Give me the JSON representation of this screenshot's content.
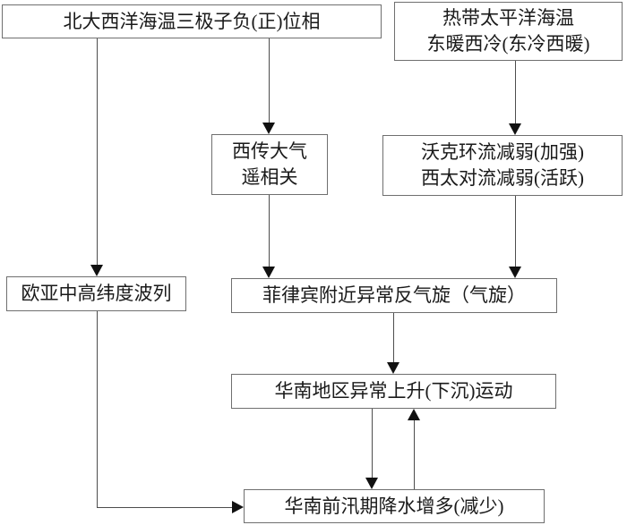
{
  "diagram": {
    "background_color": "#ffffff",
    "box_border_color": "#6f6f6f",
    "arrow_color": "#111111",
    "nodes": [
      {
        "id": "north-atlantic-sst-tripole",
        "lines": [
          "北大西洋海温三极子负(正)位相"
        ]
      },
      {
        "id": "tropical-pacific-sst",
        "lines": [
          "热带太平洋海温",
          "东暖西冷(东冷西暖)"
        ]
      },
      {
        "id": "westward-atmospheric-teleconnection",
        "lines": [
          "西传大气",
          "遥相关"
        ]
      },
      {
        "id": "walker-circulation",
        "lines": [
          "沃克环流减弱(加强)",
          "西太对流减弱(活跃)"
        ]
      },
      {
        "id": "eurasian-mid-high-latitude-wave-train",
        "lines": [
          "欧亚中高纬度波列"
        ]
      },
      {
        "id": "philippines-anomalous-anticyclone",
        "lines": [
          "菲律宾附近异常反气旋（气旋）"
        ]
      },
      {
        "id": "south-china-vertical-motion",
        "lines": [
          "华南地区异常上升(下沉)运动"
        ]
      },
      {
        "id": "south-china-pre-flood-precipitation",
        "lines": [
          "华南前汛期降水增多(减少)"
        ]
      }
    ],
    "edges": [
      {
        "from": "north-atlantic-sst-tripole",
        "to": "eurasian-mid-high-latitude-wave-train"
      },
      {
        "from": "north-atlantic-sst-tripole",
        "to": "westward-atmospheric-teleconnection"
      },
      {
        "from": "tropical-pacific-sst",
        "to": "walker-circulation"
      },
      {
        "from": "westward-atmospheric-teleconnection",
        "to": "philippines-anomalous-anticyclone"
      },
      {
        "from": "walker-circulation",
        "to": "philippines-anomalous-anticyclone"
      },
      {
        "from": "philippines-anomalous-anticyclone",
        "to": "south-china-vertical-motion"
      },
      {
        "from": "south-china-vertical-motion",
        "to": "south-china-pre-flood-precipitation"
      },
      {
        "from": "south-china-pre-flood-precipitation",
        "to": "south-china-vertical-motion"
      },
      {
        "from": "eurasian-mid-high-latitude-wave-train",
        "to": "south-china-pre-flood-precipitation"
      }
    ]
  }
}
